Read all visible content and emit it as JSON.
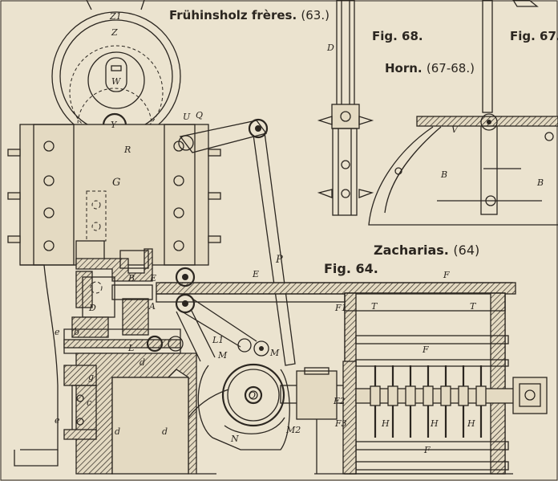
{
  "captions": {
    "fruhinsholz": "Frühinsholz frères.",
    "fruhinsholz_ref": "(63.)",
    "fig68": "Fig. 68.",
    "fig67": "Fig. 67.",
    "horn": "Horn.",
    "horn_ref": "(67-68.)",
    "zacharias": "Zacharias.",
    "zacharias_ref": "(64)",
    "fig64": "Fig. 64."
  },
  "labels": {
    "Z1": "Z1",
    "Z": "Z",
    "W": "W",
    "Y": "Y",
    "R": "R",
    "U": "U",
    "Q": "Q",
    "G": "G",
    "P": "P",
    "E": "E",
    "E2": "E",
    "B": "B",
    "D": "D",
    "A": "A",
    "e1": "e",
    "e2": "e",
    "b": "b",
    "g": "g",
    "c": "c",
    "d1": "d",
    "d2": "d",
    "d3": "d",
    "L": "L",
    "L1": "L1",
    "M": "M",
    "M1": "M",
    "M2": "M2",
    "O": "O",
    "N": "N",
    "F1": "F1",
    "F2": "F",
    "F3": "F",
    "F4": "F",
    "F5": "F2",
    "F6": "F3",
    "T1": "T",
    "T2": "T",
    "H1": "H",
    "H2": "H",
    "H3": "H",
    "D68": "D",
    "V": "V",
    "B67a": "B",
    "B67b": "B"
  },
  "colors": {
    "paper": "#ebe3cf",
    "ink": "#2b2620"
  }
}
